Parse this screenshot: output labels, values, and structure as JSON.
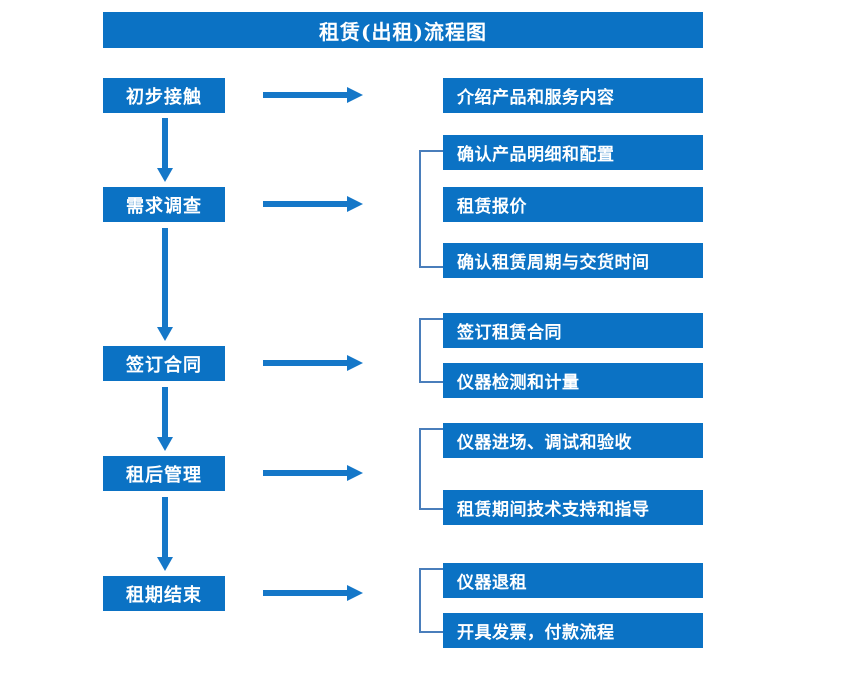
{
  "title": "租赁(出租)流程图",
  "colors": {
    "box_fill": "#0b72c4",
    "box_text": "#ffffff",
    "arrow": "#1577c8",
    "bracket": "#4a7ebb",
    "background": "#ffffff"
  },
  "stages": [
    {
      "label": "初步接触"
    },
    {
      "label": "需求调查"
    },
    {
      "label": "签订合同"
    },
    {
      "label": "租后管理"
    },
    {
      "label": "租期结束"
    }
  ],
  "details": [
    {
      "label": "介绍产品和服务内容"
    },
    {
      "label": "确认产品明细和配置"
    },
    {
      "label": "租赁报价"
    },
    {
      "label": "确认租赁周期与交货时间"
    },
    {
      "label": "签订租赁合同"
    },
    {
      "label": "仪器检测和计量"
    },
    {
      "label": "仪器进场、调试和验收"
    },
    {
      "label": "租赁期间技术支持和指导"
    },
    {
      "label": "仪器退租"
    },
    {
      "label": "开具发票，付款流程"
    }
  ],
  "icons": {
    "arrow_right": "right-arrow-icon",
    "arrow_down": "down-arrow-icon",
    "bracket": "bracket-connector-icon"
  }
}
